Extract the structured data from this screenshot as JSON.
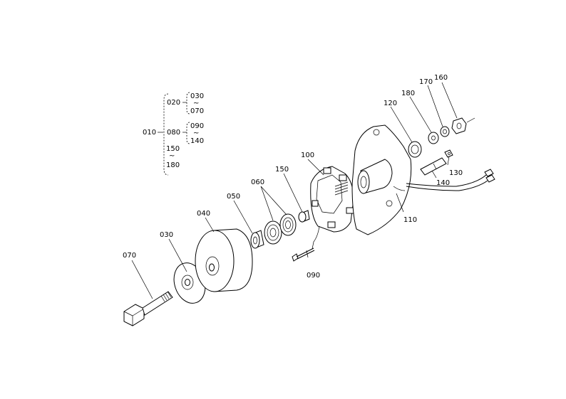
{
  "parts": {
    "p010": "010",
    "p020": "020",
    "p030": "030",
    "p040": "040",
    "p050": "050",
    "p060": "060",
    "p070": "070",
    "p080": "080",
    "p090": "090",
    "p100": "100",
    "p110": "110",
    "p120": "120",
    "p130": "130",
    "p140": "140",
    "p150": "150",
    "p160": "160",
    "p170": "170",
    "p180": "180"
  },
  "tree": {
    "root": "010",
    "g1": "020",
    "g1_top": "030",
    "g1_bot": "070",
    "g2": "080",
    "g2_top": "090",
    "g2_bot": "140",
    "g3_top": "150",
    "g3_bot": "180"
  }
}
